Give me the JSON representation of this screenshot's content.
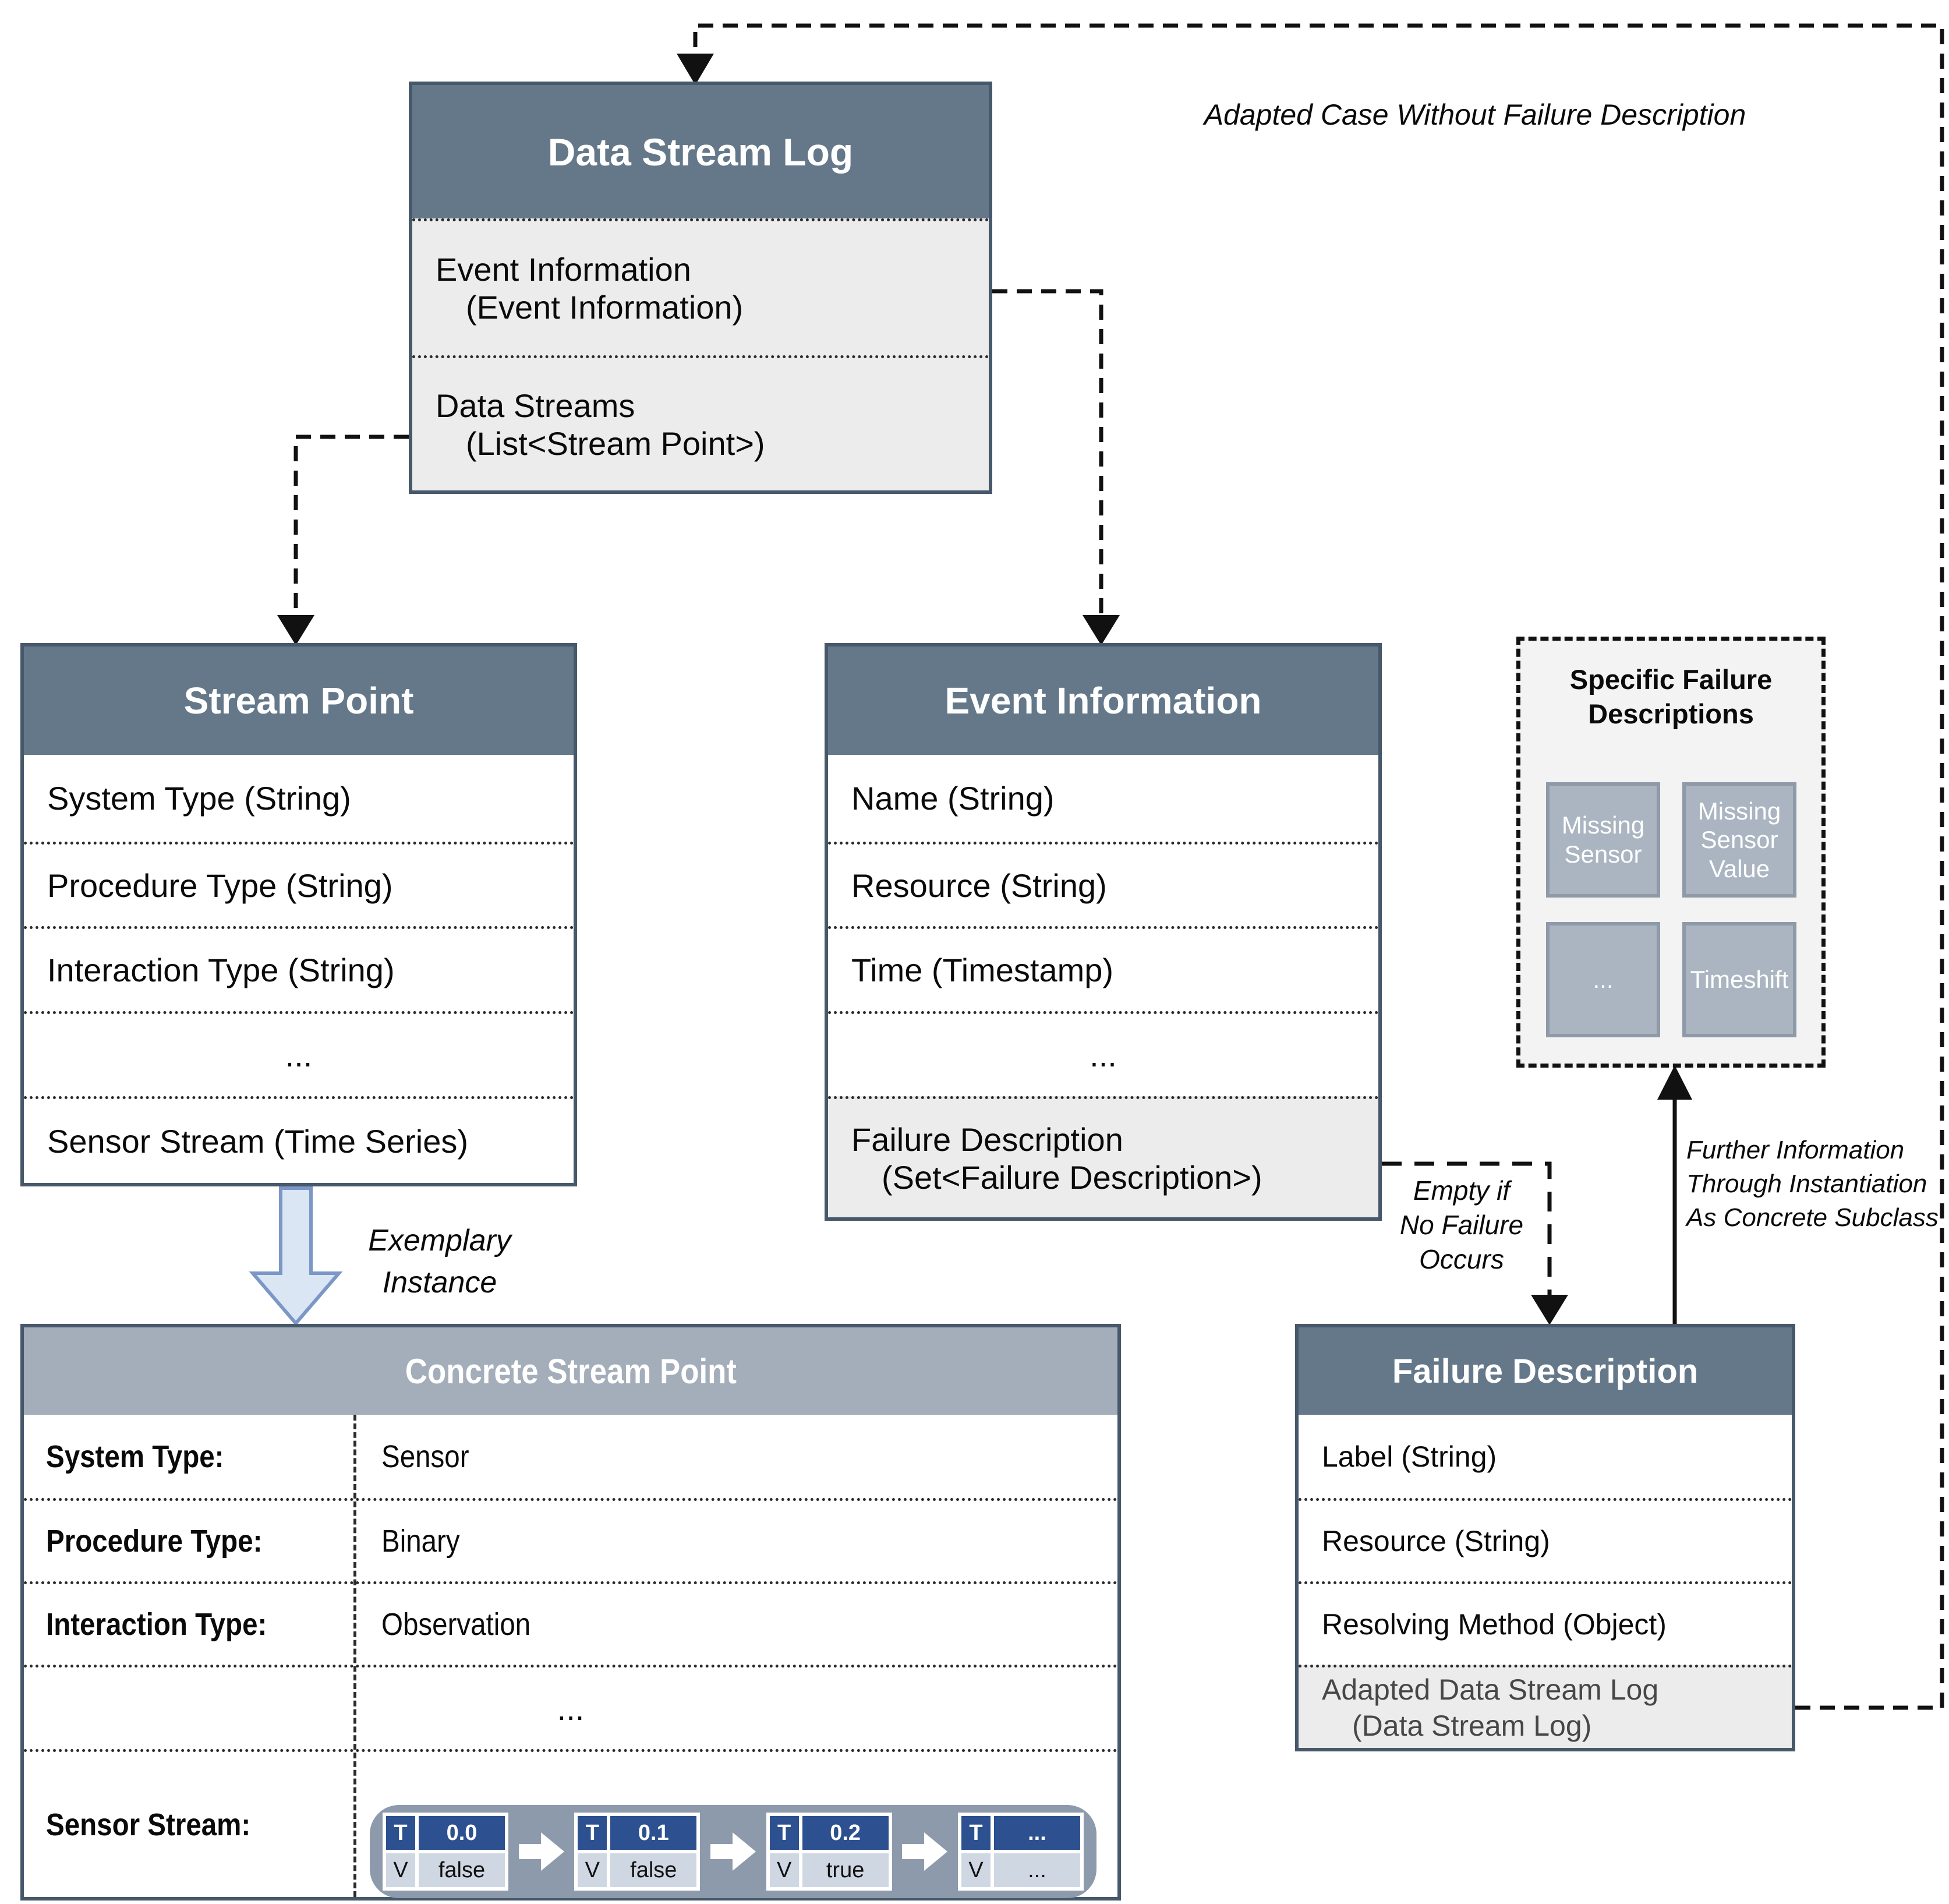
{
  "annotations": {
    "adapted_case": "Adapted Case Without Failure Description",
    "exemplary_line1": "Exemplary",
    "exemplary_line2": "Instance",
    "empty_line1": "Empty if",
    "empty_line2": "No Failure",
    "empty_line3": "Occurs",
    "further_line1": "Further Information",
    "further_line2": "Through Instantiation",
    "further_line3": "As Concrete Subclass"
  },
  "classes": {
    "data_stream_log": {
      "title": "Data Stream Log",
      "attr1_line1": "Event Information",
      "attr1_line2": "(Event Information)",
      "attr2_line1": "Data Streams",
      "attr2_line2": "(List<Stream Point>)"
    },
    "stream_point": {
      "title": "Stream Point",
      "attrs": [
        "System Type (String)",
        "Procedure Type (String)",
        "Interaction Type (String)",
        "...",
        "Sensor Stream (Time Series)"
      ]
    },
    "event_information": {
      "title": "Event Information",
      "attrs": [
        "Name (String)",
        "Resource (String)",
        "Time (Timestamp)",
        "..."
      ],
      "failure_line1": "Failure Description",
      "failure_line2": "(Set<Failure Description>)"
    },
    "failure_description": {
      "title": "Failure Description",
      "attrs": [
        "Label (String)",
        "Resource (String)",
        "Resolving Method (Object)"
      ],
      "adapted_line1": "Adapted Data Stream Log",
      "adapted_line2": "(Data Stream Log)"
    },
    "specific_failures": {
      "title_line1": "Specific Failure",
      "title_line2": "Descriptions",
      "tiles": [
        "Missing Sensor",
        "Missing Sensor Value",
        "...",
        "Timeshift"
      ]
    },
    "concrete_stream_point": {
      "title": "Concrete Stream Point",
      "rows": [
        {
          "label": "System Type:",
          "value": "Sensor"
        },
        {
          "label": "Procedure Type:",
          "value": "Binary"
        },
        {
          "label": "Interaction Type:",
          "value": "Observation"
        }
      ],
      "ellipsis": "...",
      "sensor_label": "Sensor Stream:"
    }
  },
  "sensor_stream": {
    "t_header": "T",
    "v_header": "V",
    "points": [
      {
        "t": "0.0",
        "v": "false"
      },
      {
        "t": "0.1",
        "v": "false"
      },
      {
        "t": "0.2",
        "v": "true"
      },
      {
        "t": "...",
        "v": "..."
      }
    ]
  },
  "colors": {
    "header": "#64788a",
    "concrete_header": "#a3aeba",
    "frame": "#47586b",
    "body_gray": "#ececec",
    "panel_bg": "#f3f3f3",
    "tile": "#aab5c1",
    "stream_blue": "#2d5190",
    "stream_light": "#cfd7e3",
    "stream_container": "#8d9aab",
    "block_arrow_fill": "#dbe6f4",
    "block_arrow_stroke": "#7b97c6"
  }
}
